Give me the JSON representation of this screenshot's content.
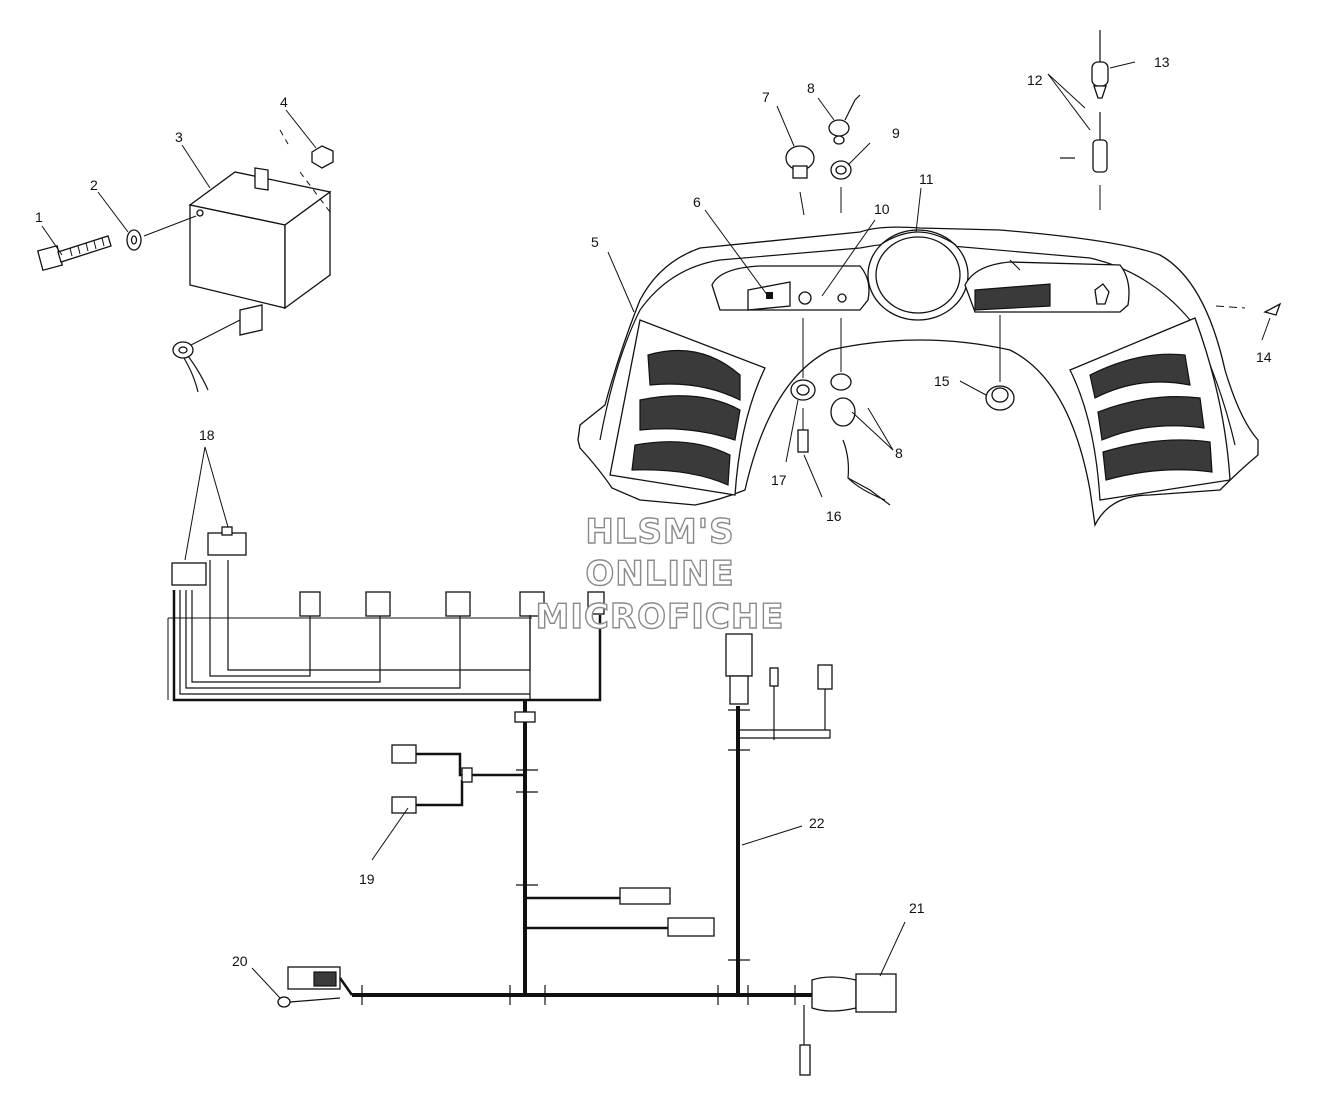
{
  "diagram": {
    "callouts": [
      "1",
      "2",
      "3",
      "4",
      "5",
      "6",
      "7",
      "8",
      "9",
      "10",
      "11",
      "12",
      "13",
      "14",
      "15",
      "8",
      "16",
      "17",
      "18",
      "19",
      "20",
      "21",
      "22"
    ],
    "watermark": {
      "line1": "HLSM'S",
      "line2": "ONLINE",
      "line3": "MICROFICHE"
    }
  }
}
